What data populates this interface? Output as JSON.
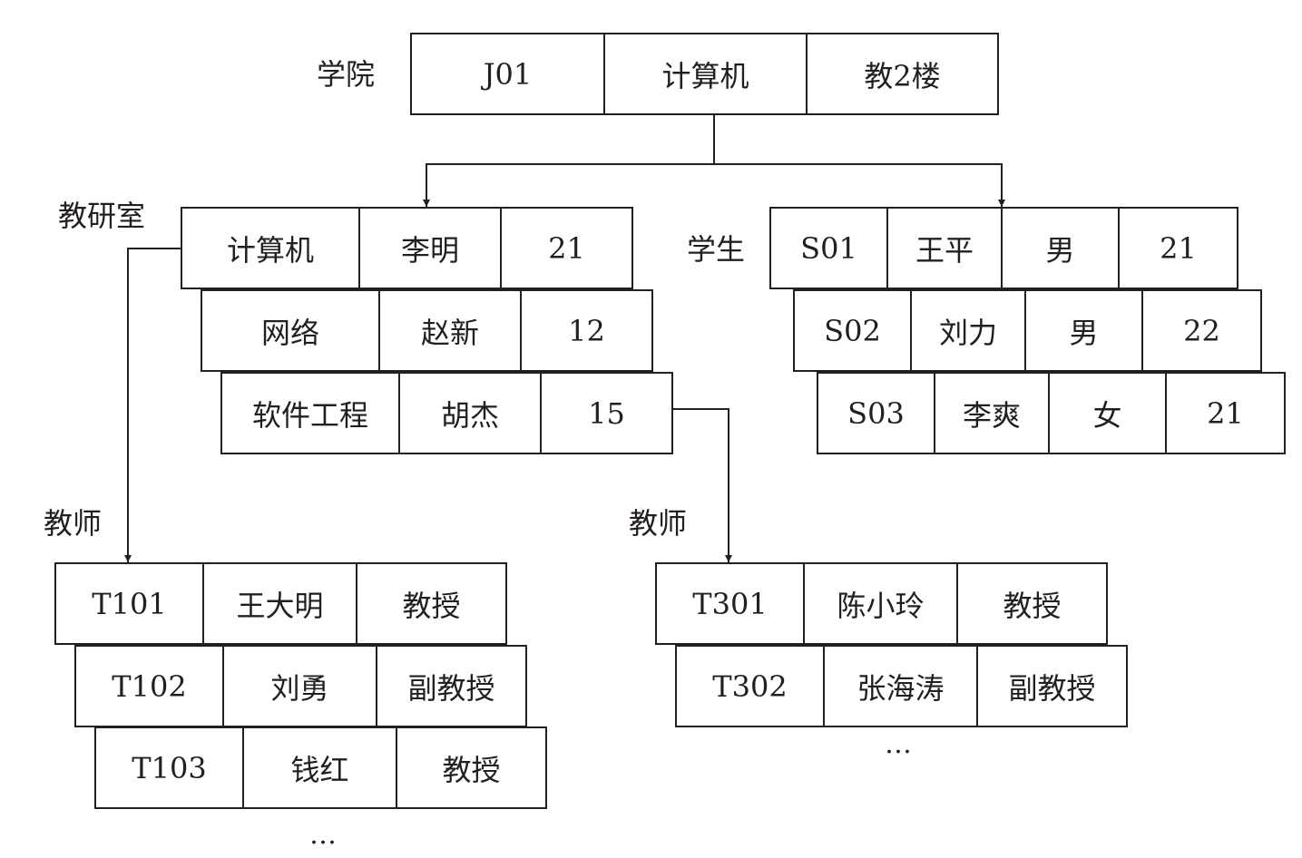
{
  "college": {
    "label": "学院",
    "records": [
      [
        "J01",
        "计算机",
        "教2楼"
      ]
    ]
  },
  "department": {
    "label": "教研室",
    "records": [
      [
        "计算机",
        "李明",
        "21"
      ],
      [
        "网络",
        "赵新",
        "12"
      ],
      [
        "软件工程",
        "胡杰",
        "15"
      ]
    ]
  },
  "student": {
    "label": "学生",
    "records": [
      [
        "S01",
        "王平",
        "男",
        "21"
      ],
      [
        "S02",
        "刘力",
        "男",
        "22"
      ],
      [
        "S03",
        "李爽",
        "女",
        "21"
      ]
    ]
  },
  "teacher_left": {
    "label": "教师",
    "records": [
      [
        "T101",
        "王大明",
        "教授"
      ],
      [
        "T102",
        "刘勇",
        "副教授"
      ],
      [
        "T103",
        "钱红",
        "教授"
      ]
    ],
    "more": "…"
  },
  "teacher_right": {
    "label": "教师",
    "records": [
      [
        "T301",
        "陈小玲",
        "教授"
      ],
      [
        "T302",
        "张海涛",
        "副教授"
      ]
    ],
    "more": "…"
  },
  "colors": {
    "stroke": "#231f20",
    "background": "#ffffff"
  }
}
